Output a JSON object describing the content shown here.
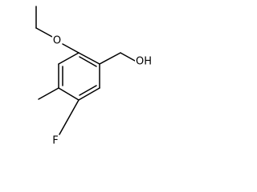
{
  "molecule": {
    "atom_labels": {
      "ether_oxygen": "O",
      "hydroxyl": "OH",
      "fluorine": "F"
    },
    "bond_color": "#000000"
  }
}
